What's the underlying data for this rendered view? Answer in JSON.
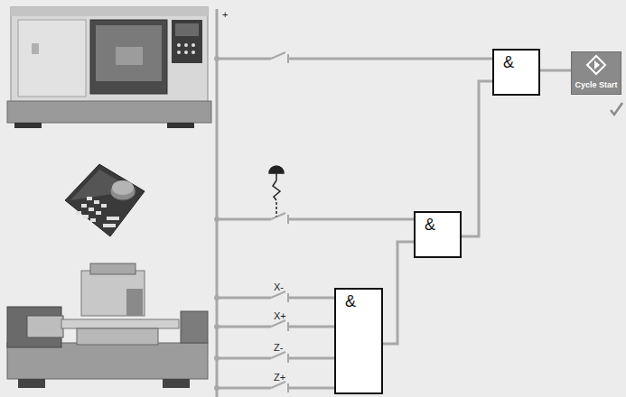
{
  "diagram": {
    "nodes": [
      {
        "text": [
          "&"
        ]
      },
      {
        "text": [
          "Cycle Start"
        ]
      },
      {
        "text": [
          "&"
        ]
      },
      {
        "text": [
          "&"
        ]
      }
    ],
    "edges": [
      {
        "from": 3,
        "to": 2,
        "arrow": "none"
      },
      {
        "from": 2,
        "to": 0,
        "arrow": "none"
      },
      {
        "from": 0,
        "to": 1,
        "arrow": "none"
      }
    ],
    "labels": [
      "+",
      "X-",
      "X+",
      "Z-",
      "Z+"
    ]
  }
}
